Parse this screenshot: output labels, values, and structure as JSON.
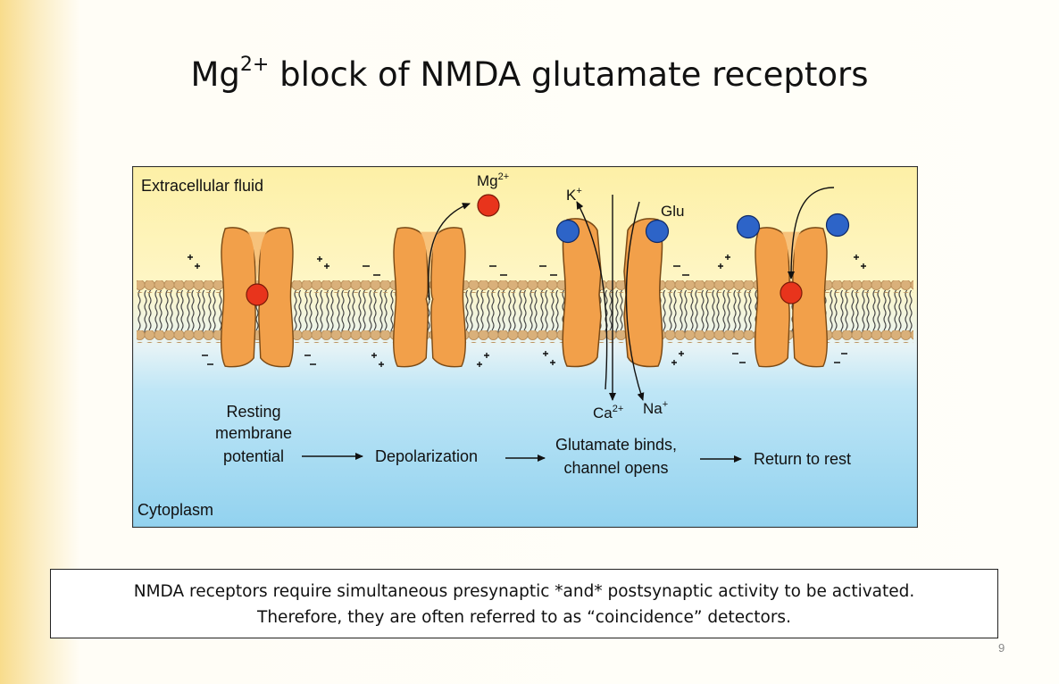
{
  "title": {
    "main": "Mg",
    "superscript": "2+",
    "rest": " block of NMDA glutamate receptors"
  },
  "diagram": {
    "region_top_label": "Extracellular fluid",
    "region_bottom_label": "Cytoplasm",
    "ion_labels": {
      "mg": "Mg",
      "mg_sup": "2+",
      "k": "K",
      "k_sup": "+",
      "glu": "Glu",
      "ca": "Ca",
      "ca_sup": "2+",
      "na": "Na",
      "na_sup": "+"
    },
    "steps": {
      "resting_line1": "Resting",
      "resting_line2": "membrane",
      "resting_line3": "potential",
      "depolarization": "Depolarization",
      "glutamate_line1": "Glutamate binds,",
      "glutamate_line2": "channel opens",
      "return": "Return to rest"
    },
    "colors": {
      "extracellular": "#fdf1a8",
      "cytoplasm": "#9bd7f0",
      "receptor": "#f2a04a",
      "magnesium": "#e8341c",
      "glutamate": "#2d64c8",
      "lipid_head": "#d9b07a"
    }
  },
  "caption": {
    "line1": "NMDA receptors require simultaneous presynaptic *and* postsynaptic activity to be activated.",
    "line2": "Therefore, they are often referred to as “coincidence” detectors."
  },
  "page_number": "9"
}
